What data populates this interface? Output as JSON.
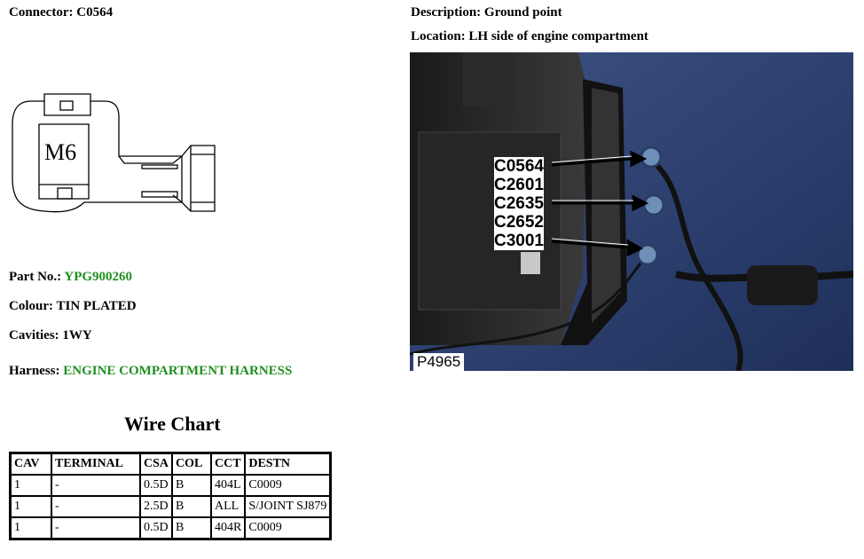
{
  "connector": {
    "label": "Connector:",
    "value": "C0564"
  },
  "description": {
    "label": "Description:",
    "value": "Ground point"
  },
  "location": {
    "label": "Location:",
    "value": "LH side of engine compartment"
  },
  "diagram": {
    "text": "M6"
  },
  "part_no": {
    "label": "Part No.:",
    "value": "YPG900260"
  },
  "colour": {
    "label": "Colour:",
    "value": "TIN PLATED"
  },
  "cavities": {
    "label": "Cavities:",
    "value": "1WY"
  },
  "harness": {
    "label": "Harness:",
    "value": "ENGINE COMPARTMENT HARNESS"
  },
  "wire_chart": {
    "title": "Wire Chart",
    "headers": [
      "CAV",
      "TERMINAL",
      "CSA",
      "COL",
      "CCT",
      "DESTN"
    ],
    "rows": [
      [
        "1",
        "-",
        "0.5D",
        "B",
        "404L",
        "C0009"
      ],
      [
        "1",
        "-",
        "2.5D",
        "B",
        "ALL",
        "S/JOINT SJ879"
      ],
      [
        "1",
        "-",
        "0.5D",
        "B",
        "404R",
        "C0009"
      ]
    ]
  },
  "photo": {
    "callouts": [
      "C0564",
      "C2601",
      "C2635",
      "C2652",
      "C3001"
    ],
    "tag": "P4965"
  },
  "colors": {
    "link_green": "#1f8f1f"
  }
}
